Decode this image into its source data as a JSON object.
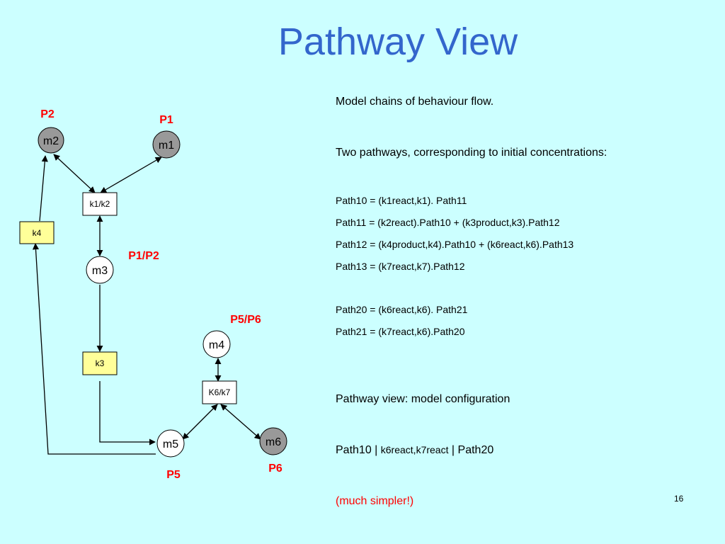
{
  "title": "Pathway View",
  "diagram": {
    "nodes": {
      "m1": "m1",
      "m2": "m2",
      "m3": "m3",
      "m4": "m4",
      "m5": "m5",
      "m6": "m6"
    },
    "boxes": {
      "k1k2": "k1/k2",
      "k3": "k3",
      "k4": "k4",
      "k6k7": "K6/k7"
    },
    "path_labels": {
      "p1": "P1",
      "p2": "P2",
      "p1p2": "P1/P2",
      "p5p6": "P5/P6",
      "p5": "P5",
      "p6": "P6"
    }
  },
  "text": {
    "line1": "Model chains of behaviour flow.",
    "line2": "Two pathways, corresponding to initial concentrations:",
    "defs": [
      "Path10 = (k1react,k1). Path11",
      "Path11 = (k2react).Path10 + (k3product,k3).Path12",
      "Path12 =  (k4product,k4).Path10 + (k6react,k6).Path13",
      "Path13 = (k7react,k7).Path12",
      "Path20 = (k6react,k6). Path21",
      "Path21 = (k7react,k6).Path20"
    ],
    "config_heading": "Pathway view: model configuration",
    "config_a": "Path10 | ",
    "config_b": "k6react,k7react",
    "config_c": " | Path20",
    "note": "(much simpler!)"
  },
  "page_number": "16",
  "colors": {
    "background": "#ccffff",
    "title": "#3366cc",
    "highlight": "#ff0000",
    "node_filled": "#999999",
    "box_yellow": "#ffff99"
  }
}
